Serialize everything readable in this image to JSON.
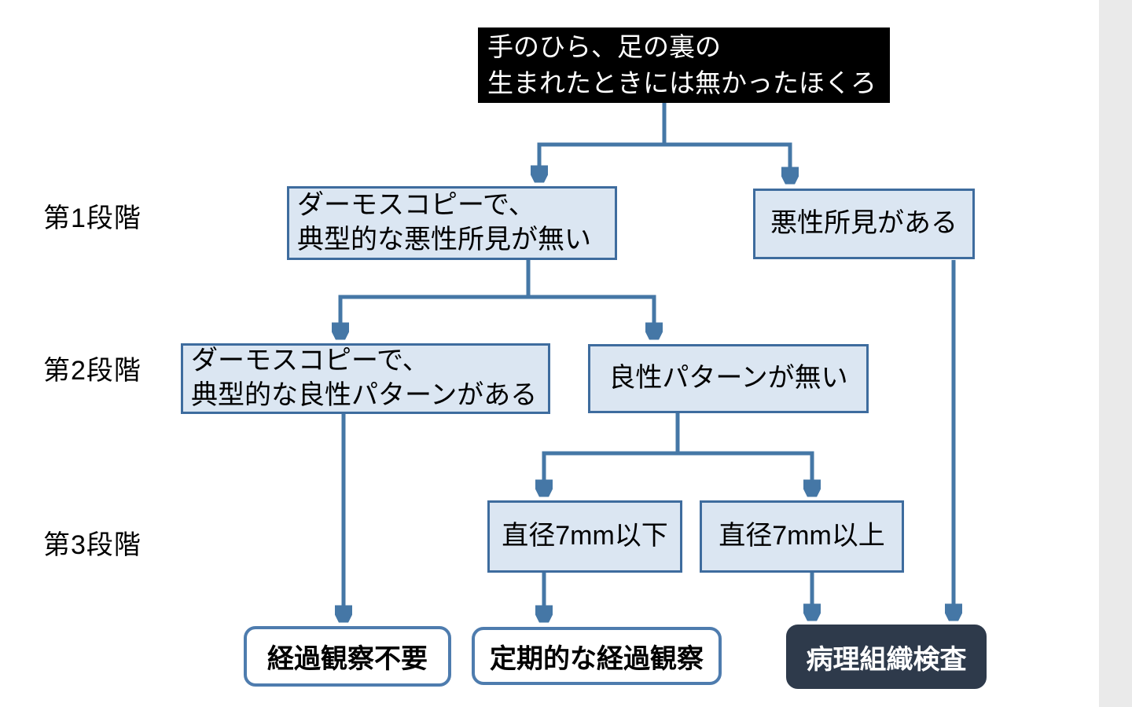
{
  "title": {
    "line1": "手のひら、足の裏の",
    "line2": "生まれたときには無かったほくろ"
  },
  "stage_labels": {
    "stage1": "第1段階",
    "stage2": "第2段階",
    "stage3": "第3段階"
  },
  "nodes": {
    "dermoscopy_no_malignant": {
      "line1": "ダーモスコピーで、",
      "line2": "典型的な悪性所見が無い"
    },
    "malignant_findings": {
      "label": "悪性所見がある"
    },
    "typical_benign_pattern": {
      "line1": "ダーモスコピーで、",
      "line2": "典型的な良性パターンがある"
    },
    "no_benign_pattern": {
      "label": "良性パターンが無い"
    },
    "diameter_7mm_or_less": {
      "label": "直径7mm以下"
    },
    "diameter_7mm_or_more": {
      "label": "直径7mm以上"
    },
    "no_followup_needed": {
      "label": "経過観察不要"
    },
    "periodic_followup": {
      "label": "定期的な経過観察"
    },
    "histopathology": {
      "label": "病理組織検査"
    }
  },
  "colors": {
    "node_fill": "#dbe6f2",
    "node_border": "#3e6c9e",
    "connector": "#4577a6",
    "result_border": "#4e7cae",
    "dark_fill": "#2e3a4b",
    "title_bg": "#000000"
  }
}
